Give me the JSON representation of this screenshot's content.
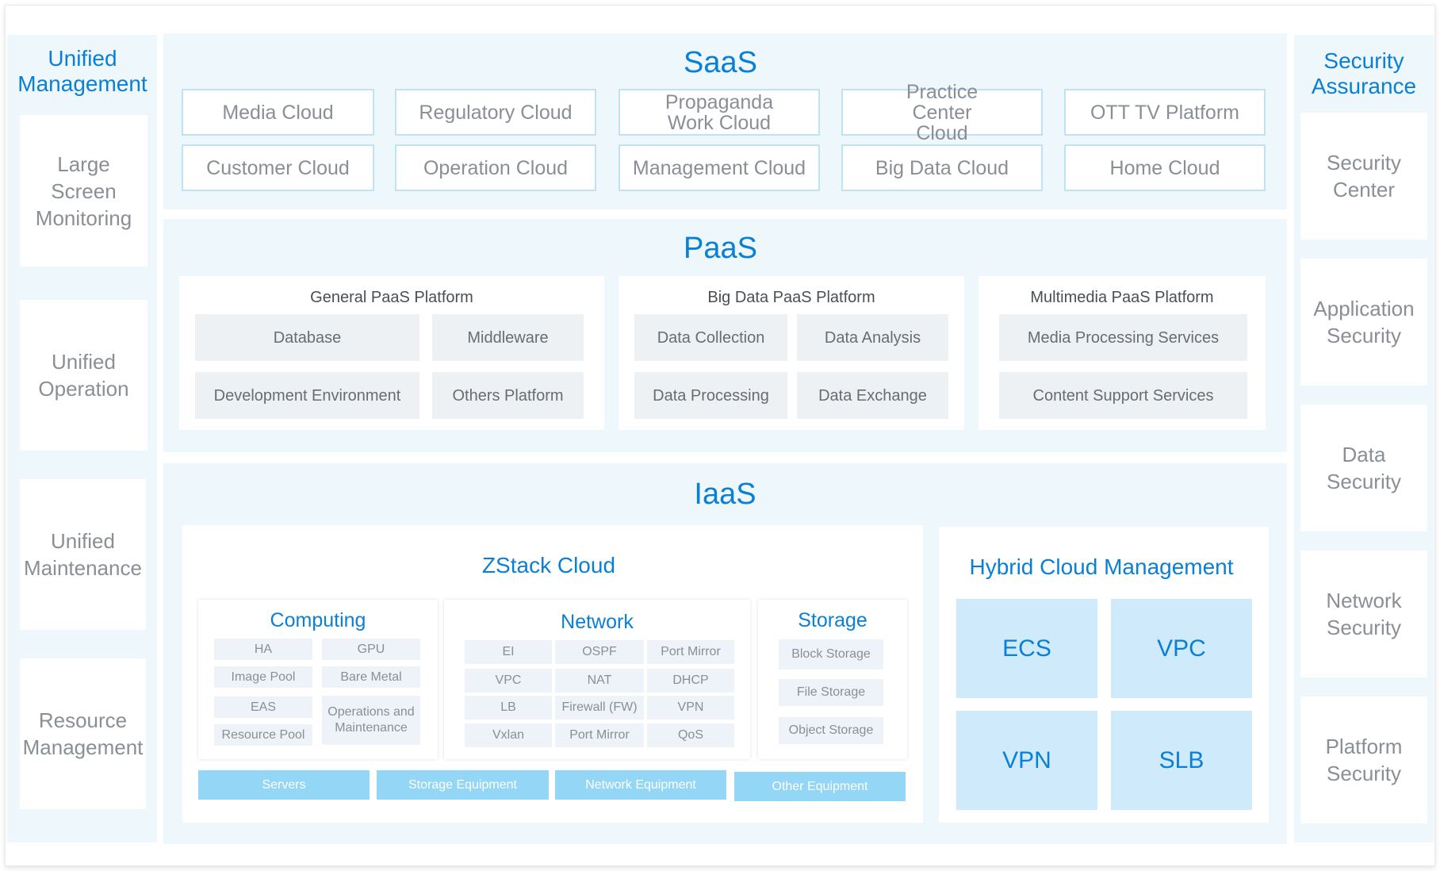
{
  "unified_management": {
    "title": "Unified Management",
    "items": [
      "Large Screen Monitoring",
      "Unified Operation",
      "Unified Maintenance",
      "Resource Management"
    ]
  },
  "security_assurance": {
    "title": "Security Assurance",
    "items": [
      "Security Center",
      "Application Security",
      "Data Security",
      "Network Security",
      "Platform Security"
    ]
  },
  "saas": {
    "title": "SaaS",
    "row1": [
      "Media Cloud",
      "Regulatory Cloud",
      "Propaganda Work Cloud",
      "Practice Center Cloud",
      "OTT TV Platform"
    ],
    "row2": [
      "Customer Cloud",
      "Operation Cloud",
      "Management Cloud",
      "Big Data Cloud",
      "Home Cloud"
    ]
  },
  "paas": {
    "title": "PaaS",
    "general": {
      "title": "General PaaS Platform",
      "items": [
        "Database",
        "Middleware",
        "Development Environment",
        "Others Platform"
      ]
    },
    "bigdata": {
      "title": "Big Data PaaS Platform",
      "items": [
        "Data Collection",
        "Data Analysis",
        "Data Processing",
        "Data Exchange"
      ]
    },
    "multimedia": {
      "title": "Multimedia PaaS Platform",
      "items": [
        "Media Processing Services",
        "Content Support Services"
      ]
    }
  },
  "iaas": {
    "title": "IaaS",
    "zstack": {
      "title": "ZStack Cloud",
      "computing": {
        "title": "Computing",
        "items": [
          "HA",
          "GPU",
          "Image Pool",
          "Bare Metal",
          "EAS",
          "Operations and Maintenance",
          "Resource Pool"
        ]
      },
      "network": {
        "title": "Network",
        "items": [
          "EI",
          "OSPF",
          "Port Mirror",
          "VPC",
          "NAT",
          "DHCP",
          "LB",
          "Firewall (FW)",
          "VPN",
          "Vxlan",
          "Port Mirror",
          "QoS"
        ]
      },
      "storage": {
        "title": "Storage",
        "items": [
          "Block Storage",
          "File Storage",
          "Object Storage"
        ]
      },
      "equipment": [
        "Servers",
        "Storage Equipment",
        "Network Equipment",
        "Other Equipment"
      ]
    },
    "hybrid": {
      "title": "Hybrid Cloud Management",
      "items": [
        "ECS",
        "VPC",
        "VPN",
        "SLB"
      ]
    }
  }
}
